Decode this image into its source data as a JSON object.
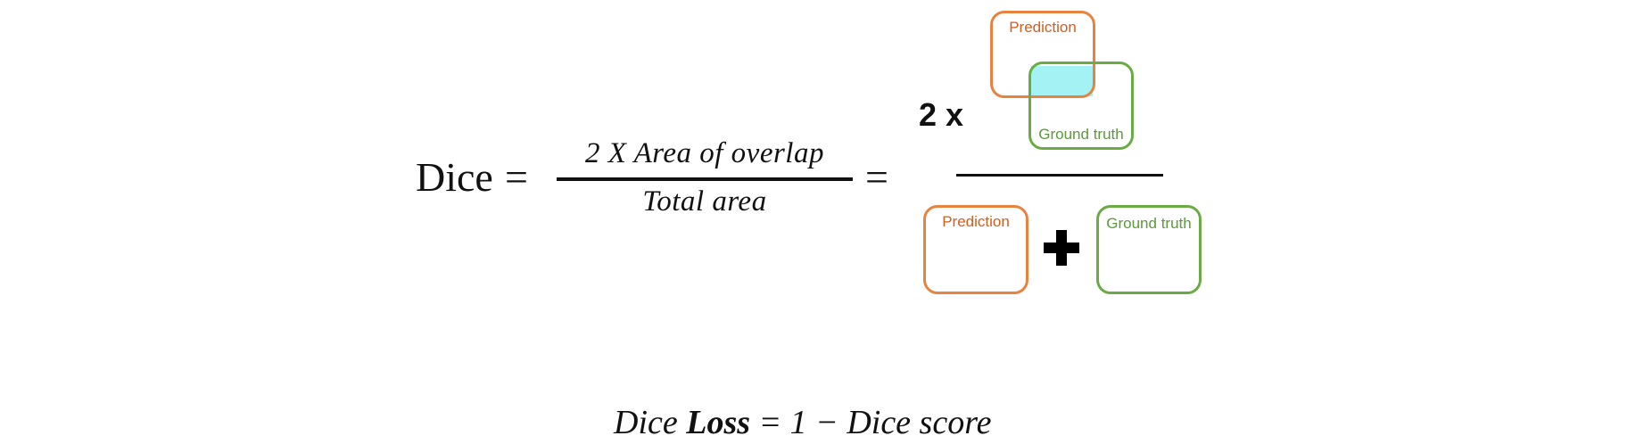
{
  "formula": {
    "lhs": "Dice",
    "equals": "=",
    "numerator": "2 X Area of overlap",
    "denominator": "Total area",
    "equals_2": "="
  },
  "visual": {
    "multiplier": "2 x",
    "top_prediction_label": "Prediction",
    "top_ground_truth_label": "Ground truth",
    "bottom_prediction_label": "Prediction",
    "bottom_ground_truth_label": "Ground truth",
    "colors": {
      "prediction": "#e8823f",
      "ground_truth": "#6aab45",
      "overlap": "#a4f2f4"
    }
  },
  "loss": {
    "dice_word": "Dice",
    "loss_word": "Loss",
    "rest": "= 1 − Dice score"
  }
}
